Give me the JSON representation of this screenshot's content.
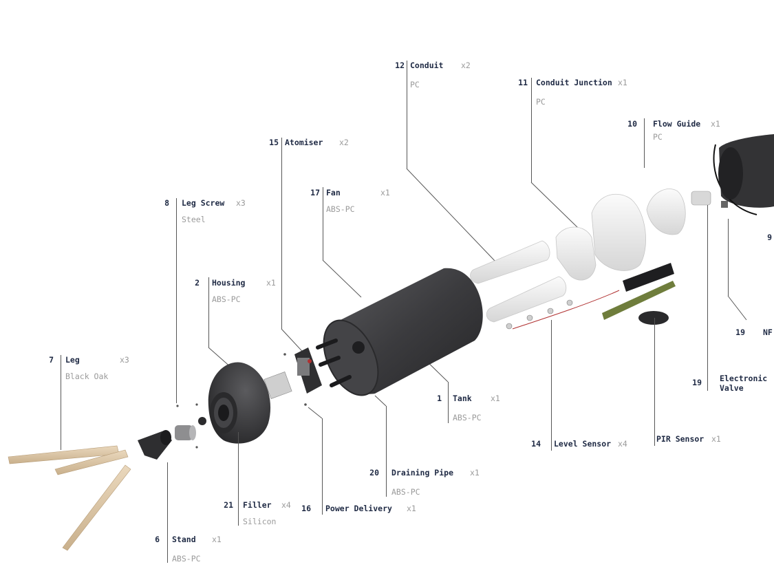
{
  "colors": {
    "label_dark": "#1f2a44",
    "label_light": "#9a9a9a",
    "leader": "#555555",
    "body_dark": "#3a3a3c",
    "wood": "#dcc7a8",
    "white_part": "#eeeeee"
  },
  "parts": [
    {
      "num": "12",
      "name": "Conduit",
      "qty": "x2",
      "material": "PC"
    },
    {
      "num": "11",
      "name": "Conduit Junction",
      "qty": "x1",
      "material": "PC"
    },
    {
      "num": "10",
      "name": "Flow Guide",
      "qty": "x1",
      "material": "PC"
    },
    {
      "num": "15",
      "name": "Atomiser",
      "qty": "x2",
      "material": ""
    },
    {
      "num": "17",
      "name": "Fan",
      "qty": "x1",
      "material": "ABS-PC"
    },
    {
      "num": "8",
      "name": "Leg Screw",
      "qty": "x3",
      "material": "Steel"
    },
    {
      "num": "2",
      "name": "Housing",
      "qty": "x1",
      "material": "ABS-PC"
    },
    {
      "num": "7",
      "name": "Leg",
      "qty": "x3",
      "material": "Black Oak"
    },
    {
      "num": "1",
      "name": "Tank",
      "qty": "x1",
      "material": "ABS-PC"
    },
    {
      "num": "19",
      "name": "Electronic\nValve",
      "qty": "",
      "material": ""
    },
    {
      "num": "19",
      "name": "NF",
      "qty": "",
      "material": ""
    },
    {
      "num": "9",
      "name": "",
      "qty": "",
      "material": ""
    },
    {
      "num": "14",
      "name": "Level Sensor",
      "qty": "x4",
      "material": ""
    },
    {
      "num": "",
      "name": "PIR Sensor",
      "qty": "x1",
      "material": ""
    },
    {
      "num": "20",
      "name": "Draining Pipe",
      "qty": "x1",
      "material": "ABS-PC"
    },
    {
      "num": "21",
      "name": "Filler",
      "qty": "x4",
      "material": "Silicon"
    },
    {
      "num": "16",
      "name": "Power Delivery",
      "qty": "x1",
      "material": ""
    },
    {
      "num": "6",
      "name": "Stand",
      "qty": "x1",
      "material": "ABS-PC"
    }
  ]
}
